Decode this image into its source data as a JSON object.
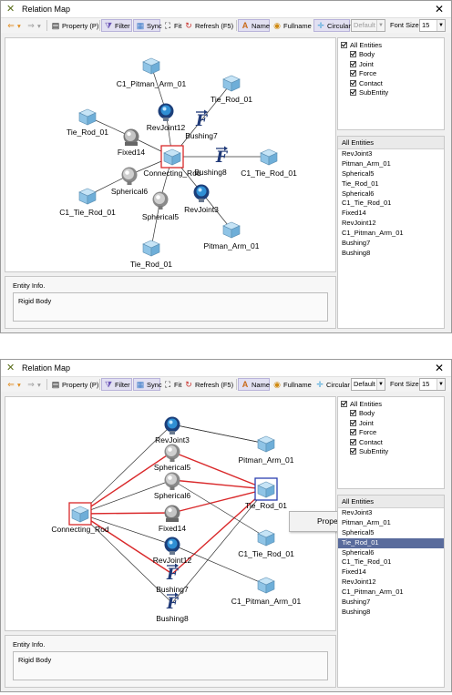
{
  "window": {
    "title": "Relation Map",
    "close": "✕"
  },
  "toolbar": {
    "back_icon": "arrow-left-icon",
    "forward_icon": "arrow-right-icon",
    "property": "Property (P)",
    "filter": "Filter",
    "sync": "Sync",
    "fit": "Fit",
    "refresh": "Refresh (F5)",
    "name": "Name",
    "fullname": "Fullname",
    "circular": "Circular",
    "layout_value_1": "Default",
    "layout_value_2": "Default",
    "font_size_label": "Font Size",
    "font_size_value": "15"
  },
  "entity_tree": {
    "root": "All Entities",
    "children": [
      "Body",
      "Joint",
      "Force",
      "Contact",
      "SubEntity"
    ]
  },
  "entity_list": {
    "header": "All Entities",
    "items_1": [
      "RevJoint3",
      "Pitman_Arm_01",
      "Spherical5",
      "Tie_Rod_01",
      "Spherical6",
      "C1_Tie_Rod_01",
      "Fixed14",
      "RevJoint12",
      "C1_Pitman_Arm_01",
      "Bushing7",
      "Bushing8"
    ],
    "items_2": [
      "RevJoint3",
      "Pitman_Arm_01",
      "Spherical5",
      "Tie_Rod_01",
      "Spherical6",
      "C1_Tie_Rod_01",
      "Fixed14",
      "RevJoint12",
      "C1_Pitman_Arm_01",
      "Bushing7",
      "Bushing8"
    ],
    "selected_2": "Tie_Rod_01"
  },
  "entity_info": {
    "label": "Entity Info.",
    "value_1": "Rigid Body",
    "value_2": "Rigid Body"
  },
  "map_1": {
    "nodes": [
      {
        "label": "C1_Pitman_Arm_01",
        "icon": "body-box-icon"
      },
      {
        "label": "RevJoint12",
        "icon": "revolute-joint-icon"
      },
      {
        "label": "Tie_Rod_01",
        "icon": "body-box-icon"
      },
      {
        "label": "Bushing7",
        "icon": "bushing-force-icon"
      },
      {
        "label": "Tie_Rod_01",
        "icon": "body-box-icon"
      },
      {
        "label": "Fixed14",
        "icon": "fixed-joint-icon"
      },
      {
        "label": "Connecting_Rod",
        "icon": "body-box-icon"
      },
      {
        "label": "Bushing8",
        "icon": "bushing-force-icon"
      },
      {
        "label": "C1_Tie_Rod_01",
        "icon": "body-box-icon"
      },
      {
        "label": "Spherical6",
        "icon": "spherical-joint-icon"
      },
      {
        "label": "C1_Tie_Rod_01",
        "icon": "body-box-icon"
      },
      {
        "label": "Spherical5",
        "icon": "spherical-joint-icon"
      },
      {
        "label": "RevJoint3",
        "icon": "revolute-joint-icon"
      },
      {
        "label": "Pitman_Arm_01",
        "icon": "body-box-icon"
      },
      {
        "label": "Tie_Rod_01",
        "icon": "body-box-icon"
      }
    ]
  },
  "map_2": {
    "nodes": [
      {
        "label": "RevJoint3",
        "icon": "revolute-joint-icon"
      },
      {
        "label": "Pitman_Arm_01",
        "icon": "body-box-icon"
      },
      {
        "label": "Spherical5",
        "icon": "spherical-joint-icon"
      },
      {
        "label": "Spherical6",
        "icon": "spherical-joint-icon"
      },
      {
        "label": "Tie_Rod_01",
        "icon": "body-box-icon"
      },
      {
        "label": "Connecting_Rod",
        "icon": "body-box-icon"
      },
      {
        "label": "Fixed14",
        "icon": "fixed-joint-icon"
      },
      {
        "label": "C1_Tie_Rod_01",
        "icon": "body-box-icon"
      },
      {
        "label": "RevJoint12",
        "icon": "revolute-joint-icon"
      },
      {
        "label": "Bushing7",
        "icon": "bushing-force-icon"
      },
      {
        "label": "C1_Pitman_Arm_01",
        "icon": "body-box-icon"
      },
      {
        "label": "Bushing8",
        "icon": "bushing-force-icon"
      }
    ],
    "context_menu": [
      "Property"
    ]
  },
  "colors": {
    "highlight_edge": "#d9282a",
    "edge": "#333333",
    "body_box": "#8fc4e6",
    "selection_blue": "#2b3fb0",
    "list_selection": "#596b9c"
  }
}
